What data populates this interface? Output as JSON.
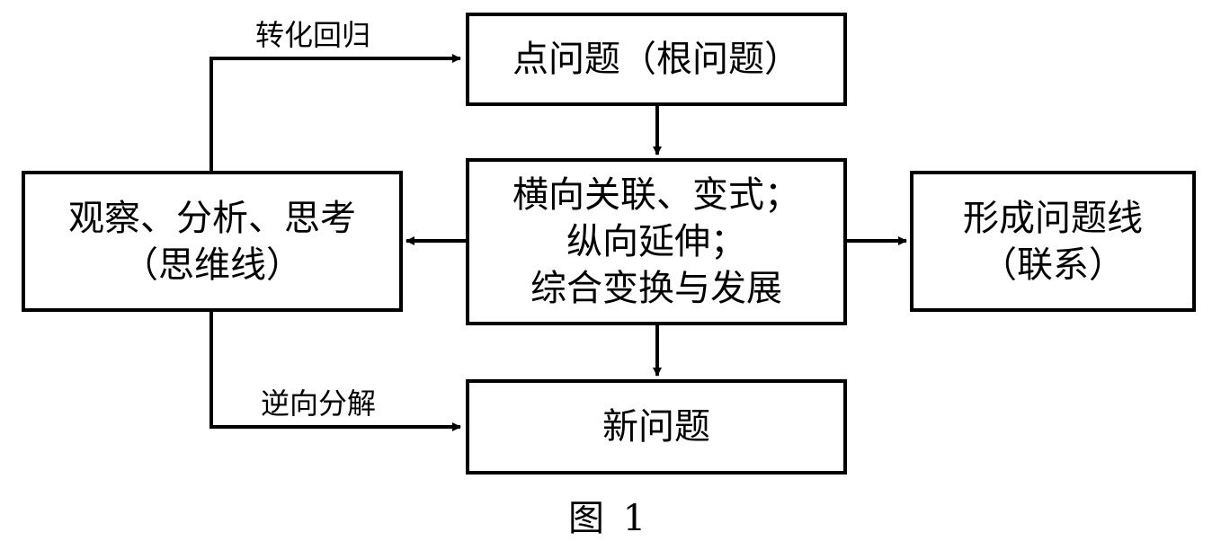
{
  "nodes": {
    "point_problem": {
      "label": "点问题（根问题）"
    },
    "relations": {
      "lines": [
        "横向关联、变式；",
        "纵向延伸；",
        "综合变换与发展"
      ]
    },
    "observe": {
      "lines": [
        "观察、分析、思考",
        "（思维线）"
      ]
    },
    "problem_line": {
      "lines": [
        "形成问题线",
        "（联系）"
      ]
    },
    "new_problem": {
      "label": "新问题"
    }
  },
  "edges": {
    "top_label": "转化回归",
    "bottom_label": "逆向分解"
  },
  "caption": "图 1"
}
